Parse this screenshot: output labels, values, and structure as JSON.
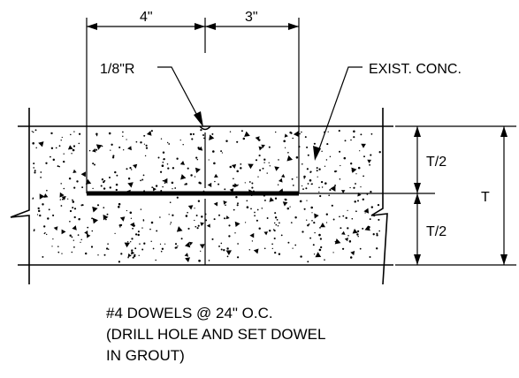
{
  "dimensions": {
    "left_width": "4\"",
    "right_width": "3\"",
    "upper_half": "T/2",
    "lower_half": "T/2",
    "total_thickness": "T"
  },
  "callouts": {
    "radius": "1/8\"R",
    "existing": "EXIST. CONC."
  },
  "note": {
    "line1": "#4 DOWELS @ 24\" O.C.",
    "line2": "(DRILL HOLE AND SET DOWEL",
    "line3": "IN GROUT)"
  }
}
